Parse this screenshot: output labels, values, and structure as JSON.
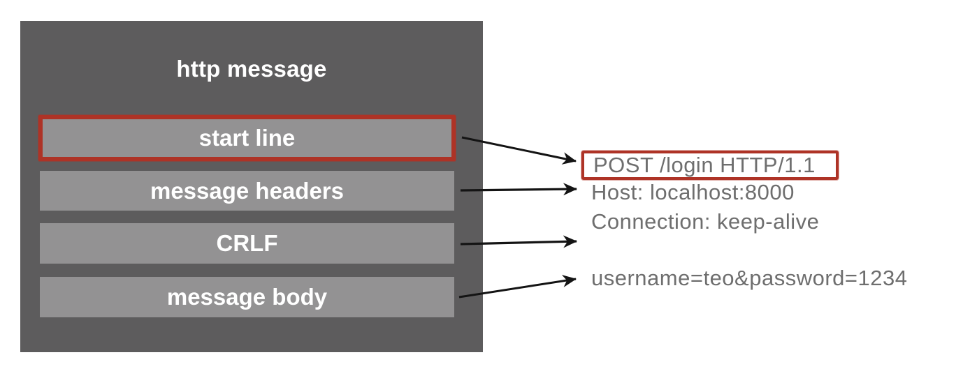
{
  "panel": {
    "title": "http message",
    "sections": [
      {
        "label": "start line",
        "highlighted": true
      },
      {
        "label": "message headers",
        "highlighted": false
      },
      {
        "label": "CRLF",
        "highlighted": false
      },
      {
        "label": "message body",
        "highlighted": false
      }
    ]
  },
  "annotations": {
    "start_line": "POST /login HTTP/1.1",
    "header_lines": [
      "Host: localhost:8000",
      "Connection: keep-alive"
    ],
    "crlf_line": "",
    "body_line": "username=teo&password=1234"
  },
  "colors": {
    "panel_background": "#5d5c5d",
    "section_background": "#939293",
    "highlight_red": "#ae3326",
    "label_text": "#ffffff",
    "annotation_text": "#6e6e6e",
    "arrow": "#141414"
  }
}
